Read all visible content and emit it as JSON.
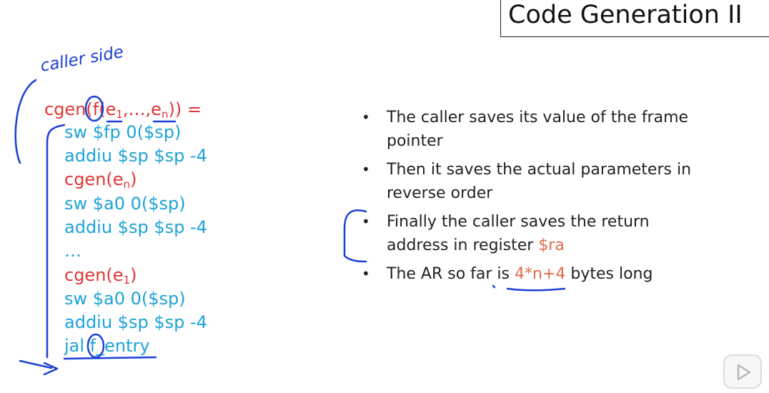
{
  "title": "Code Generation II",
  "handwritten_note": "caller side",
  "code": {
    "header_cgen": "cgen(",
    "header_f": "f",
    "header_open": "(e",
    "header_sub1": "1",
    "header_dots": ",…,e",
    "header_subn": "n",
    "header_close": ")) =",
    "line1": "sw $fp 0($sp)",
    "line2": "addiu $sp $sp -4",
    "line3_pre": "cgen(e",
    "line3_sub": "n",
    "line3_post": ")",
    "line4": "sw $a0 0($sp)",
    "line5": "addiu $sp $sp -4",
    "line6": "…",
    "line7_pre": "cgen(e",
    "line7_sub": "1",
    "line7_post": ")",
    "line8": "sw $a0 0($sp)",
    "line9": "addiu $sp $sp -4",
    "line10": "jal f_entry"
  },
  "bullets": {
    "b1": "The caller saves its value of the frame pointer",
    "b2": "Then it saves the actual parameters in reverse order",
    "b3_text": "Finally the caller saves the return address in register ",
    "b3_hl": "$ra",
    "b4_pre": "The AR so far is ",
    "b4_hl": "4*n+4",
    "b4_post": " bytes long",
    "dot": "•"
  },
  "colors": {
    "code_red": "#e03434",
    "code_cyan": "#1ca3d6",
    "highlight": "#e06a4a",
    "ink": "#1a3fd6"
  },
  "icons": {
    "play": "play-icon"
  }
}
